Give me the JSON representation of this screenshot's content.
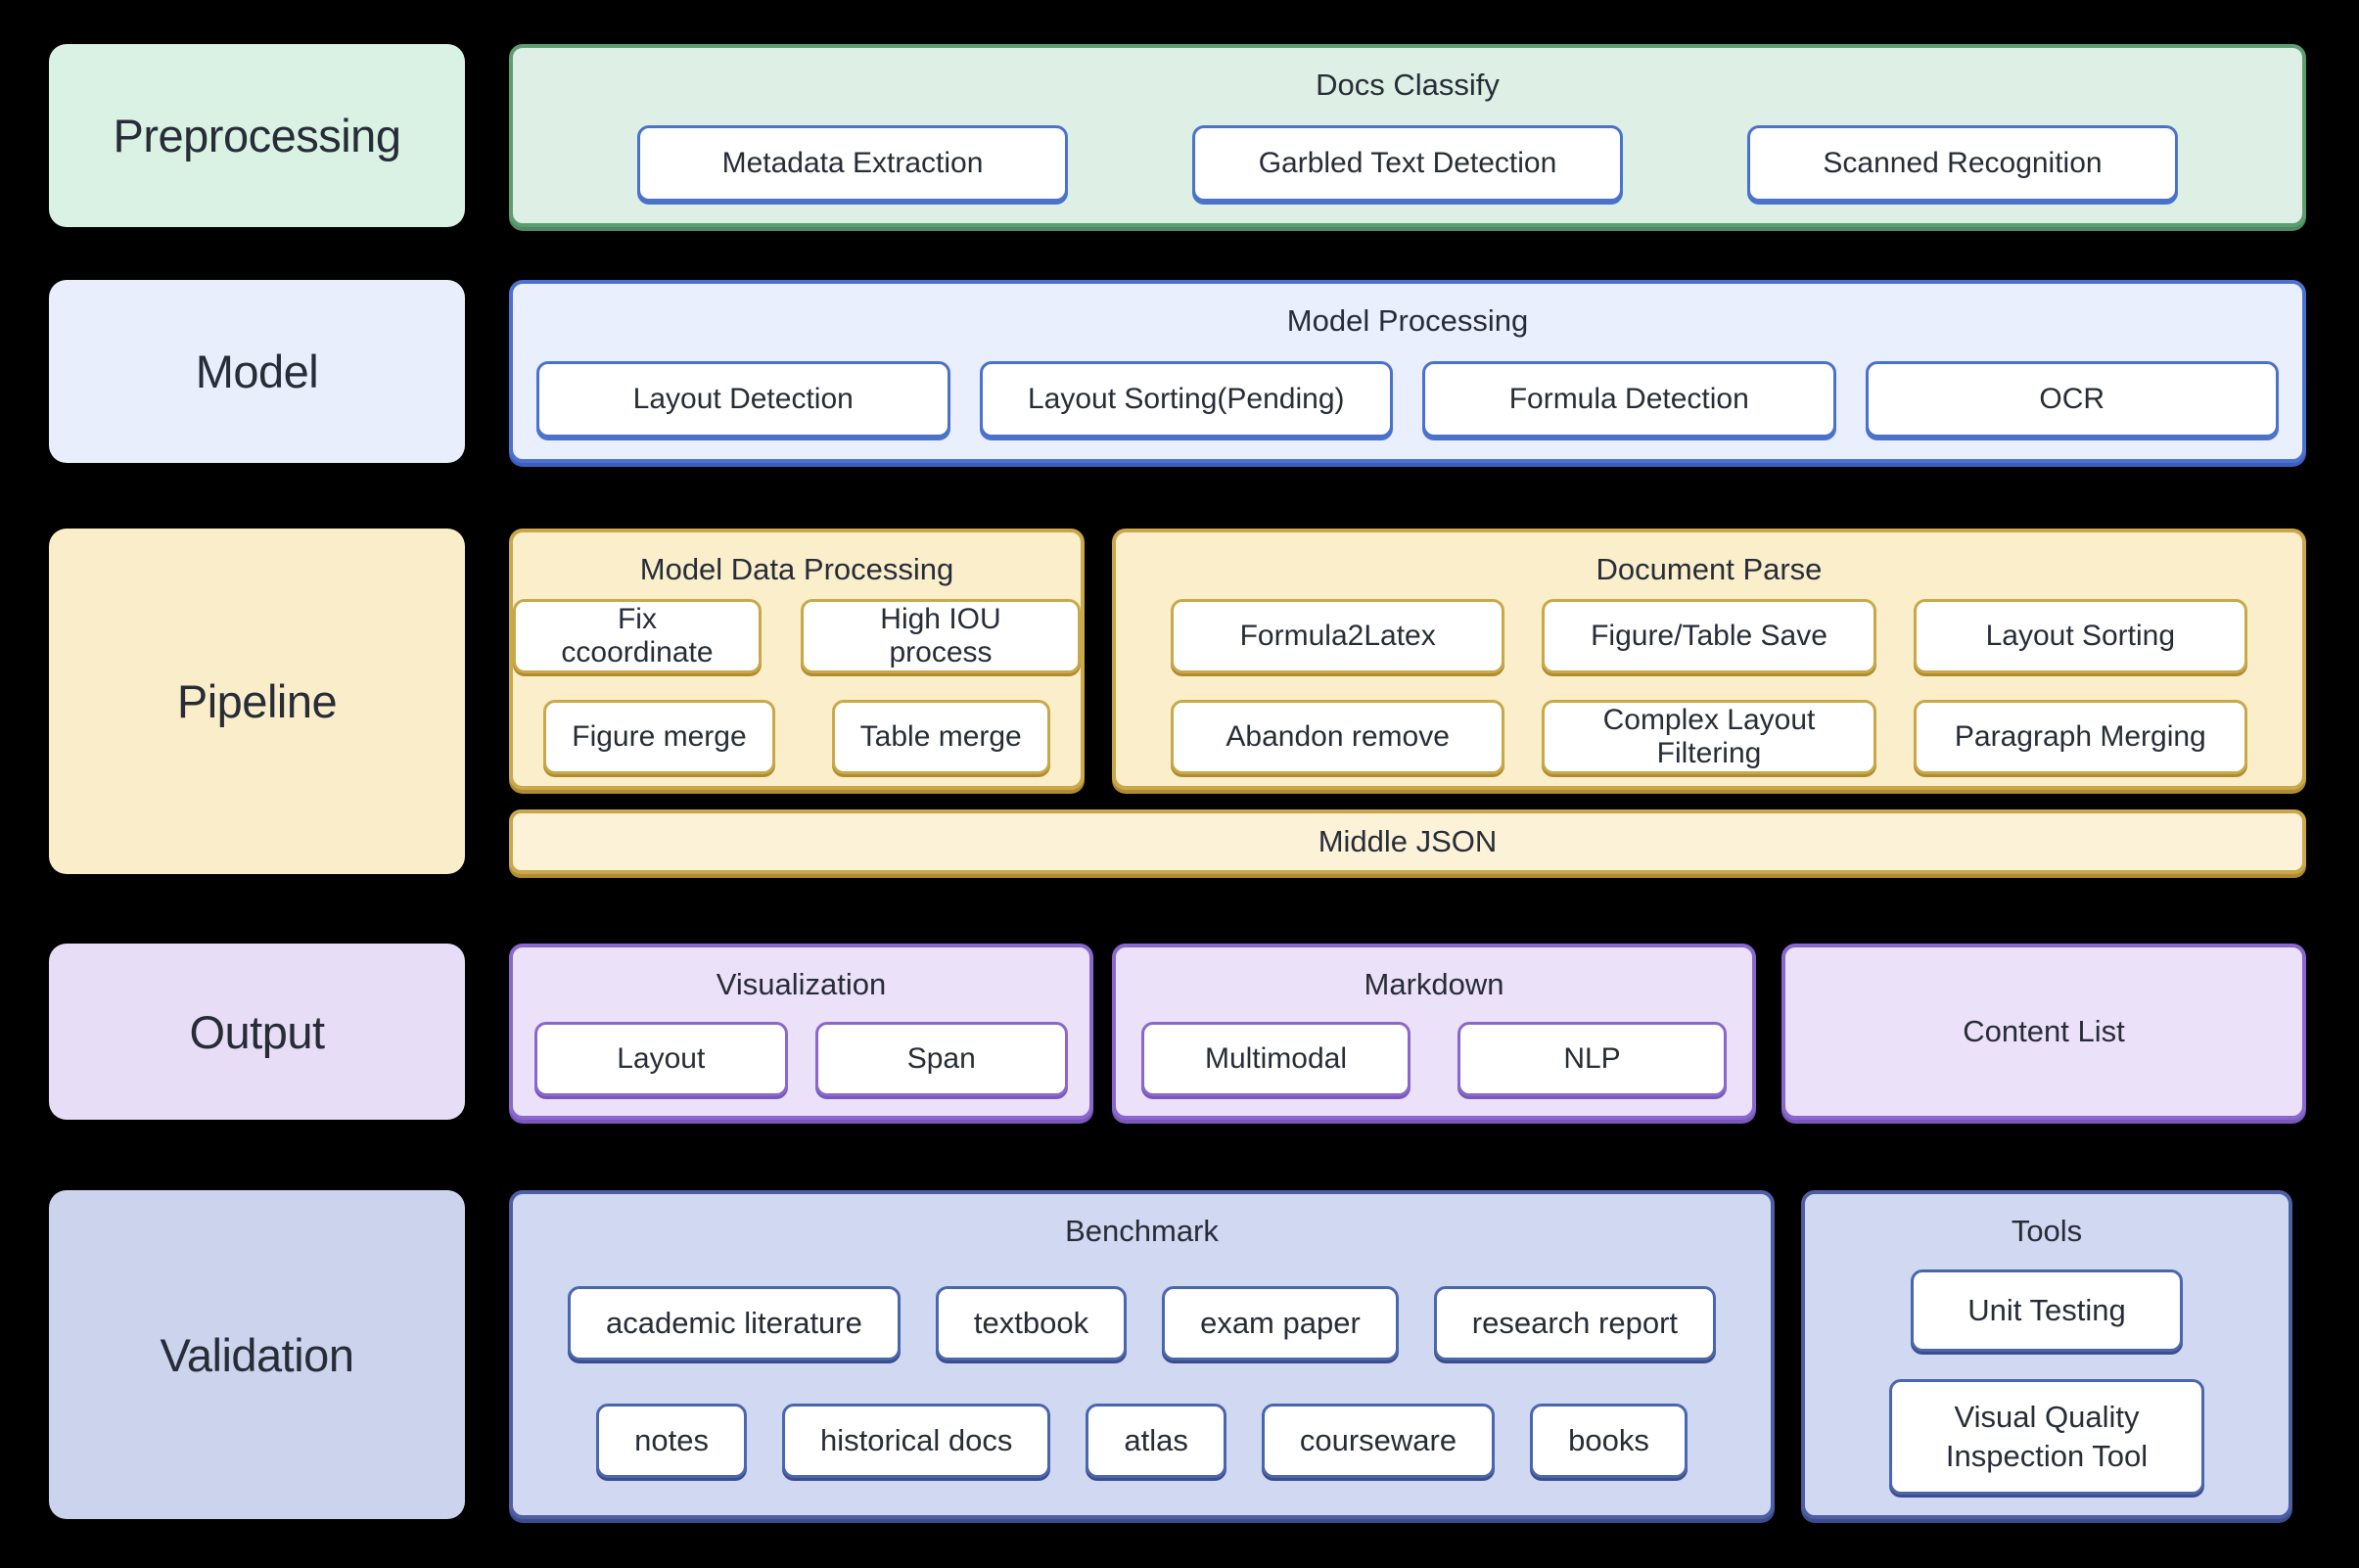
{
  "page": {
    "background": "#000000",
    "kind": "document-processing pipeline architecture diagram"
  },
  "palette": {
    "text": "#272c37",
    "green": {
      "label_bg": "#d9f2e3",
      "group_bg": "#def0e5",
      "border": "#5d9e71"
    },
    "blue": {
      "label_bg": "#e8eefb",
      "group_bg": "#e9effc",
      "border": "#4b71ce",
      "node_border": "#4a72cc"
    },
    "gold": {
      "label_bg": "#faeeca",
      "group_bg": "#faeecb",
      "bar_bg": "#fbf2d7",
      "border": "#c9a74a"
    },
    "purple": {
      "label_bg": "#e7ddf6",
      "group_bg": "#ebe1f8",
      "border": "#8a67cc"
    },
    "slate": {
      "label_bg": "#cbd3ed",
      "group_bg": "#d0d8f2",
      "border": "#4d5ea4",
      "node_border": "#4a66ad"
    }
  },
  "d": {
    "preprocessing": {
      "label": "Preprocessing",
      "docs_classify": {
        "title": "Docs Classify",
        "buttons": [
          "Metadata Extraction",
          "Garbled Text Detection",
          "Scanned Recognition"
        ]
      }
    },
    "model": {
      "label": "Model",
      "model_processing": {
        "title": "Model Processing",
        "buttons": [
          "Layout Detection",
          "Layout Sorting(Pending)",
          "Formula Detection",
          "OCR"
        ]
      }
    },
    "pipeline": {
      "label": "Pipeline",
      "model_data_processing": {
        "title": "Model Data Processing",
        "rows": [
          [
            "Fix ccoordinate",
            "High IOU process"
          ],
          [
            "Figure merge",
            "Table merge"
          ]
        ]
      },
      "document_parse": {
        "title": "Document Parse",
        "rows": [
          [
            "Formula2Latex",
            "Figure/Table Save",
            "Layout Sorting"
          ],
          [
            "Abandon remove",
            "Complex Layout Filtering",
            "Paragraph Merging"
          ]
        ]
      },
      "middle_json": {
        "title": "Middle JSON"
      }
    },
    "output": {
      "label": "Output",
      "visualization": {
        "title": "Visualization",
        "buttons": [
          "Layout",
          "Span"
        ]
      },
      "markdown": {
        "title": "Markdown",
        "buttons": [
          "Multimodal",
          "NLP"
        ]
      },
      "content_list": {
        "title": "Content List"
      }
    },
    "validation": {
      "label": "Validation",
      "benchmark": {
        "title": "Benchmark",
        "rows": [
          [
            "academic literature",
            "textbook",
            "exam paper",
            "research report"
          ],
          [
            "notes",
            "historical docs",
            "atlas",
            "courseware",
            "books"
          ]
        ]
      },
      "tools": {
        "title": "Tools",
        "buttons": [
          "Unit Testing",
          "Visual Quality Inspection Tool"
        ]
      }
    }
  }
}
